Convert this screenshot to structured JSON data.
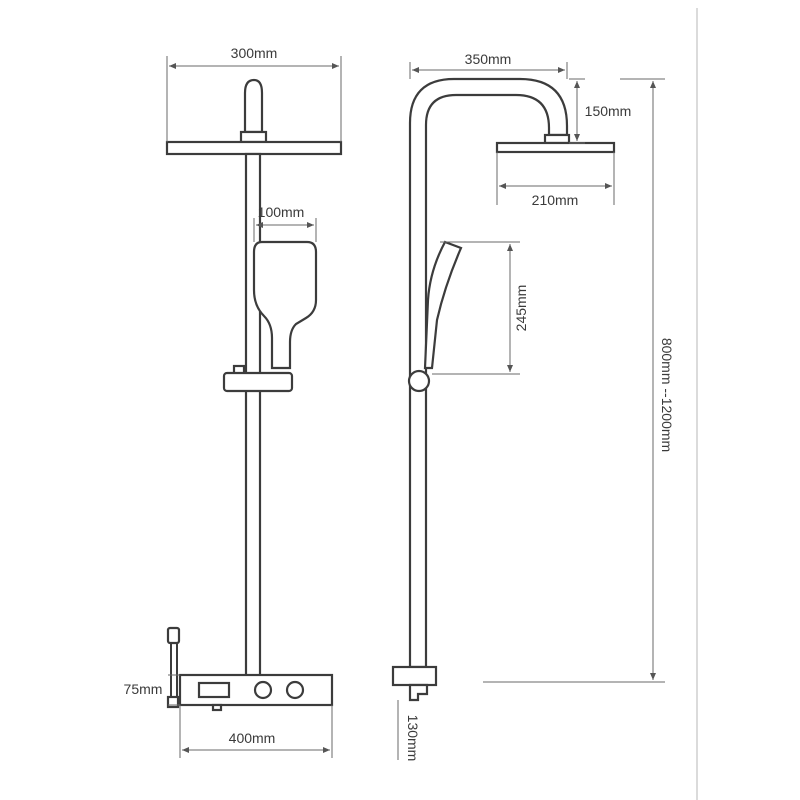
{
  "dimensions": {
    "front_head_width": "300mm",
    "handheld_width": "100mm",
    "panel_height": "75mm",
    "panel_width": "400mm",
    "side_arm_reach": "350mm",
    "side_drop": "150mm",
    "side_head_width": "210mm",
    "handheld_length": "245mm",
    "panel_depth": "130mm",
    "total_height": "800mm --1200mm"
  }
}
